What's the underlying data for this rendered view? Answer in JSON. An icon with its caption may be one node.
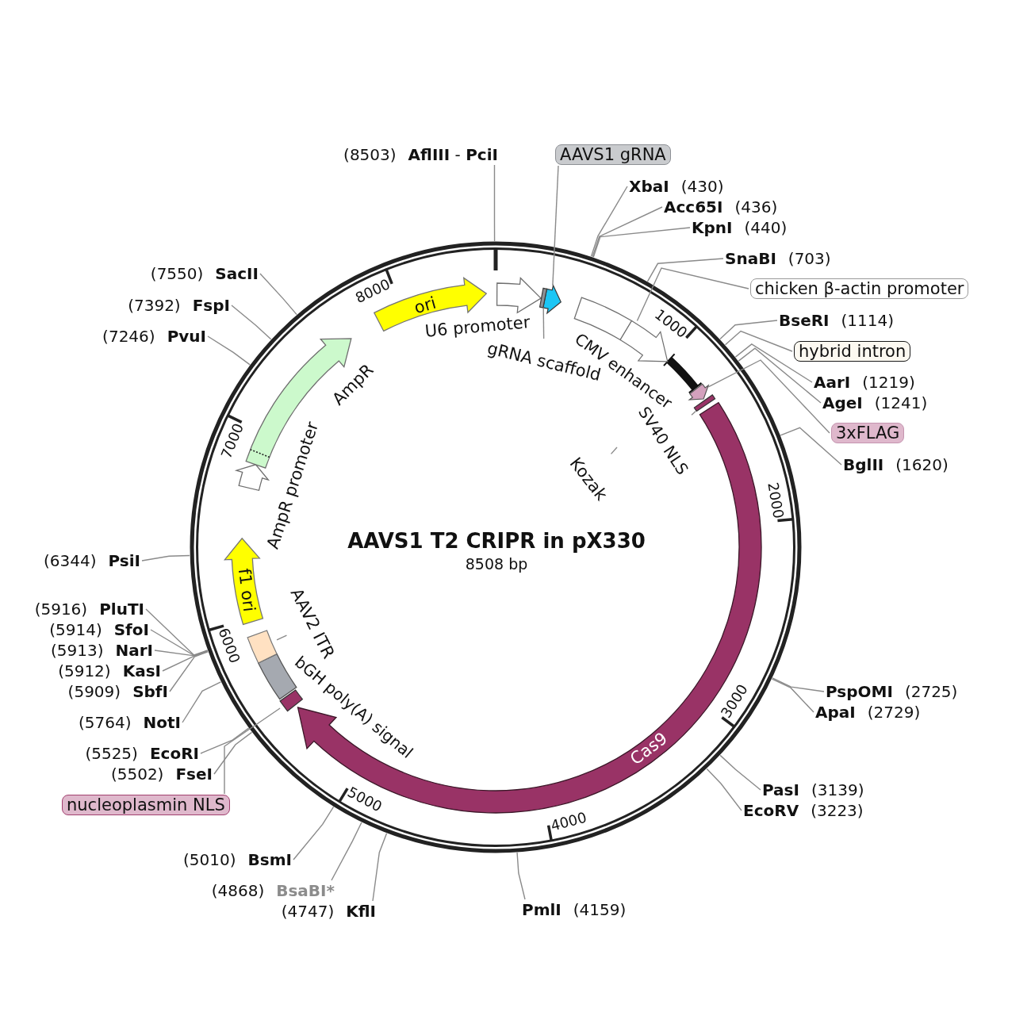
{
  "diagram": {
    "title": "AAVS1 T2 CRIPR in pX330",
    "nodes": [
      {
        "text": [
          "(8503)",
          "**AflIII** - **PciI**"
        ]
      },
      {
        "text": [
          "AAVS1 gRNA"
        ]
      },
      {
        "text": [
          "XbaI",
          "(430)"
        ]
      },
      {
        "text": [
          "Acc65I",
          "(436)"
        ]
      },
      {
        "text": [
          "KpnI",
          "(440)"
        ]
      },
      {
        "text": [
          "SnaBI",
          "(703)"
        ]
      },
      {
        "text": [
          "(7550)",
          "SacII"
        ]
      },
      {
        "text": [
          "chicken β-actin promoter"
        ]
      },
      {
        "text": [
          "ori"
        ]
      },
      {
        "text": [
          "(7392)",
          "FspI"
        ]
      },
      {
        "text": [
          "U6 promoter"
        ]
      },
      {
        "text": [
          "BseRI",
          "(1114)"
        ]
      },
      {
        "text": [
          "(7246)",
          "PvuI"
        ]
      },
      {
        "text": [
          "hybrid intron"
        ]
      },
      {
        "text": [
          "gRNA scaffold"
        ]
      },
      {
        "text": [
          "CMV enhancer"
        ]
      },
      {
        "text": [
          "AarI",
          "(1219)"
        ]
      },
      {
        "text": [
          "AgeI",
          "(1241)"
        ]
      },
      {
        "text": [
          "AmpR"
        ]
      },
      {
        "text": [
          "3xFLAG"
        ]
      },
      {
        "text": [
          "BglII",
          "(1620)"
        ]
      },
      {
        "text": [
          "SV40 NLS"
        ]
      },
      {
        "text": [
          "Kozak"
        ]
      },
      {
        "text": [
          "AmpR promoter"
        ]
      },
      {
        "text": [
          "(6344)",
          "PsiI"
        ]
      },
      {
        "text": [
          "f1 ori"
        ]
      },
      {
        "text": [
          "(5916)",
          "PluTI"
        ]
      },
      {
        "text": [
          "AAV2 ITR"
        ]
      },
      {
        "text": [
          "(5914)",
          "SfoI"
        ]
      },
      {
        "text": [
          "(5913)",
          "NarI"
        ]
      },
      {
        "text": [
          "(5912)",
          "KasI"
        ]
      },
      {
        "text": [
          "bGH poly(A) signal"
        ]
      },
      {
        "text": [
          "(5909)",
          "SbfI"
        ]
      },
      {
        "text": [
          "PspOMI",
          "(2725)"
        ]
      },
      {
        "text": [
          "ApaI",
          "(2729)"
        ]
      },
      {
        "text": [
          "(5764)",
          "NotI"
        ]
      },
      {
        "text": [
          "Cas9"
        ]
      },
      {
        "text": [
          "(5525)",
          "EcoRI"
        ]
      },
      {
        "text": [
          "(5502)",
          "FseI"
        ]
      },
      {
        "text": [
          "PasI",
          "(3139)"
        ]
      },
      {
        "text": [
          "EcoRV",
          "(3223)"
        ]
      },
      {
        "text": [
          "nucleoplasmin NLS"
        ]
      },
      {
        "text": [
          "(5010)",
          "BsmI"
        ]
      },
      {
        "text": [
          "(4868)",
          "BsaBI*"
        ]
      },
      {
        "text": [
          "PmlI",
          "(4159)"
        ]
      },
      {
        "text": [
          "(4747)",
          "KflI"
        ]
      },
      {
        "text": [],
        "shape": "arrow"
      },
      {
        "text": [],
        "shape": "box"
      },
      {
        "text": [],
        "shape": "arrow"
      },
      {
        "text": [],
        "shape": "arrow"
      },
      {
        "text": [],
        "shape": "box"
      },
      {
        "text": [],
        "shape": "box"
      },
      {
        "text": [],
        "shape": "box"
      }
    ],
    "edges": [
      {
        "from": 0,
        "to": null,
        "arrow": "none"
      },
      {
        "from": 1,
        "to": 46,
        "arrow": "none"
      },
      {
        "from": 2,
        "to": null,
        "arrow": "none"
      },
      {
        "from": 3,
        "to": null,
        "arrow": "none"
      },
      {
        "from": 4,
        "to": null,
        "arrow": "none"
      },
      {
        "from": 5,
        "to": null,
        "arrow": "none"
      },
      {
        "from": 6,
        "to": null,
        "arrow": "none"
      },
      {
        "from": 7,
        "to": 48,
        "arrow": "none"
      },
      {
        "from": 9,
        "to": null,
        "arrow": "none"
      },
      {
        "from": 11,
        "to": null,
        "arrow": "none"
      },
      {
        "from": 12,
        "to": null,
        "arrow": "none"
      },
      {
        "from": 13,
        "to": null,
        "arrow": "none"
      },
      {
        "from": 14,
        "to": 47,
        "arrow": "none"
      },
      {
        "from": 16,
        "to": null,
        "arrow": "none"
      },
      {
        "from": 17,
        "to": null,
        "arrow": "none"
      },
      {
        "from": 19,
        "to": 49,
        "arrow": "none"
      },
      {
        "from": 20,
        "to": null,
        "arrow": "none"
      },
      {
        "from": 21,
        "to": 50,
        "arrow": "none"
      },
      {
        "from": 22,
        "to": null,
        "arrow": "none"
      },
      {
        "from": 24,
        "to": null,
        "arrow": "none"
      },
      {
        "from": 26,
        "to": null,
        "arrow": "none"
      },
      {
        "from": 27,
        "to": 51,
        "arrow": "none"
      },
      {
        "from": 28,
        "to": null,
        "arrow": "none"
      },
      {
        "from": 29,
        "to": null,
        "arrow": "none"
      },
      {
        "from": 30,
        "to": null,
        "arrow": "none"
      },
      {
        "from": 32,
        "to": null,
        "arrow": "none"
      },
      {
        "from": 33,
        "to": null,
        "arrow": "none"
      },
      {
        "from": 34,
        "to": null,
        "arrow": "none"
      },
      {
        "from": 35,
        "to": null,
        "arrow": "none"
      },
      {
        "from": 37,
        "to": null,
        "arrow": "none"
      },
      {
        "from": 38,
        "to": null,
        "arrow": "none"
      },
      {
        "from": 39,
        "to": null,
        "arrow": "none"
      },
      {
        "from": 40,
        "to": null,
        "arrow": "none"
      },
      {
        "from": 41,
        "to": 52,
        "arrow": "none"
      },
      {
        "from": 42,
        "to": null,
        "arrow": "none"
      },
      {
        "from": 43,
        "to": null,
        "arrow": "none"
      },
      {
        "from": 44,
        "to": null,
        "arrow": "none"
      },
      {
        "from": 45,
        "to": null,
        "arrow": "none"
      }
    ],
    "labels": [
      "8000",
      "1000",
      "7000",
      "2000",
      "8508 bp",
      "6000",
      "3000",
      "5000",
      "4000"
    ]
  }
}
